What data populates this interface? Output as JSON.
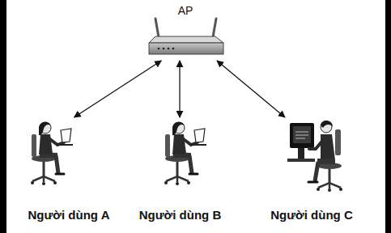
{
  "diagram": {
    "nodes": [
      {
        "text": [
          "AP"
        ]
      },
      {
        "text": [
          "Người dùng A"
        ]
      },
      {
        "text": [
          "Người dùng B"
        ]
      },
      {
        "text": [
          "Người dùng C"
        ]
      }
    ],
    "edges": [
      {
        "from": 0,
        "to": 1,
        "arrow": "both"
      },
      {
        "from": 0,
        "to": 2,
        "arrow": "both"
      },
      {
        "from": 0,
        "to": 3,
        "arrow": "both"
      }
    ]
  }
}
